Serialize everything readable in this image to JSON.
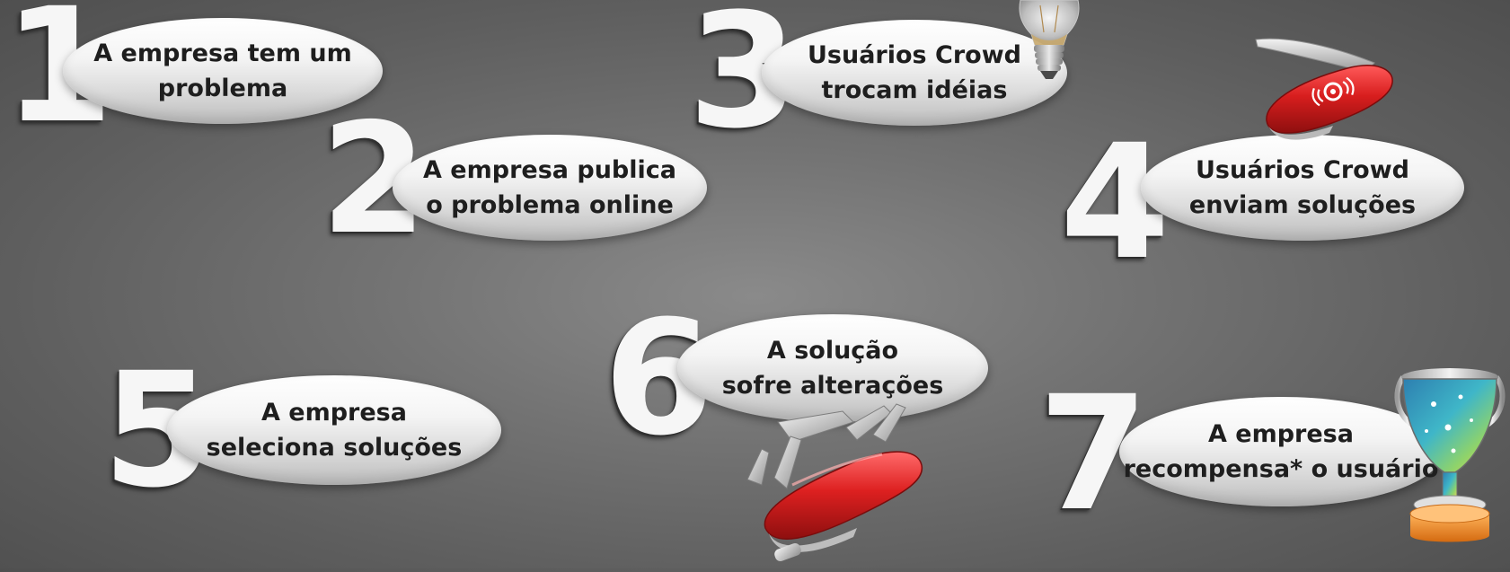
{
  "steps": [
    {
      "number": "1",
      "text": "A empresa tem um\nproblema"
    },
    {
      "number": "2",
      "text": "A empresa publica\no problema online"
    },
    {
      "number": "3",
      "text": "Usuários Crowd\ntrocam idéias"
    },
    {
      "number": "4",
      "text": "Usuários Crowd\nenviam soluções"
    },
    {
      "number": "5",
      "text": "A empresa\nseleciona soluções"
    },
    {
      "number": "6",
      "text": "A solução\nsofre alterações"
    },
    {
      "number": "7",
      "text": "A empresa\nrecompensa*  o usuário"
    }
  ],
  "icons": {
    "step3": "light-bulb-icon",
    "step4": "closed-pocket-knife-icon",
    "step6": "open-swiss-army-knife-icon",
    "step7": "trophy-icon"
  },
  "colors": {
    "knife_red": "#d81e1e",
    "trophy_base": "#f08a1c",
    "trophy_cup": "#3fb6c8"
  }
}
